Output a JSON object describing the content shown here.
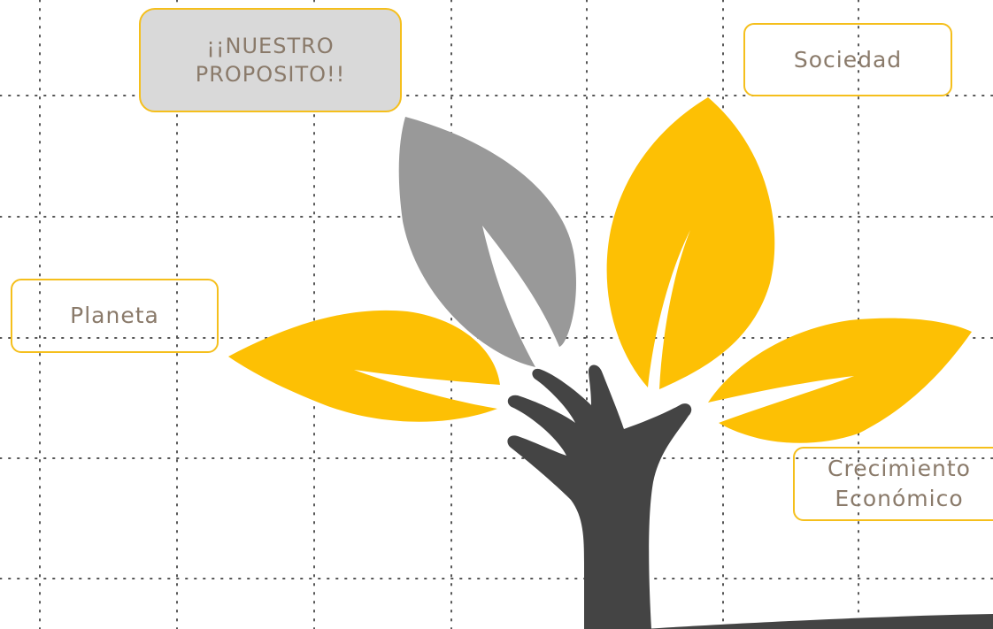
{
  "title": {
    "line1": "¡¡NUESTRO",
    "line2": "PROPOSITO!!"
  },
  "labels": {
    "sociedad": "Sociedad",
    "planeta": "Planeta",
    "crecimiento_line1": "Crecimiento",
    "crecimiento_line2": "Económico"
  },
  "colors": {
    "leaf_yellow": "#fdc004",
    "leaf_gray": "#999999",
    "hand_trunk": "#444444",
    "box_border": "#f5bf1c",
    "title_fill": "#d9d9d9",
    "label_text": "#8a7a6a",
    "grid_dots": "#555555"
  },
  "icons": {
    "tree": "hand-tree-icon",
    "leaves": [
      "leaf-left-icon",
      "leaf-gray-icon",
      "leaf-top-right-icon",
      "leaf-right-icon"
    ]
  }
}
